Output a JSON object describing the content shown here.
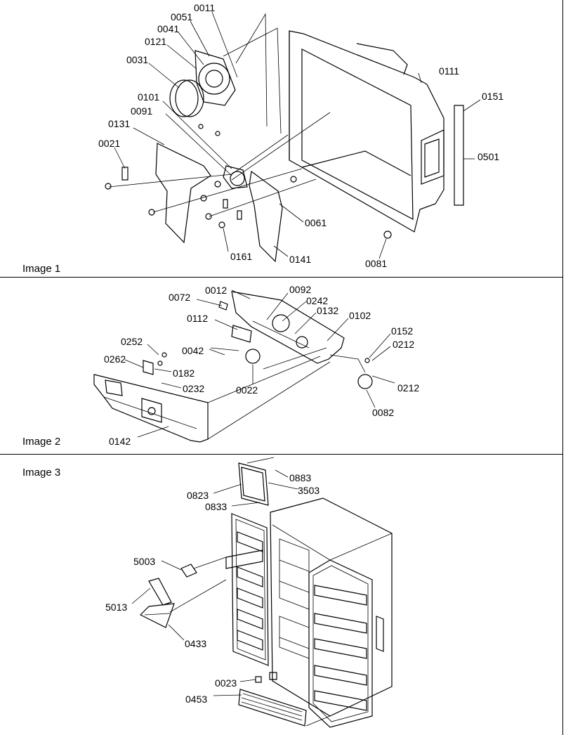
{
  "panels": [
    {
      "caption": "Image 1",
      "callouts": [
        "0011",
        "0051",
        "0041",
        "0121",
        "0031",
        "0111",
        "0151",
        "0101",
        "0091",
        "0131",
        "0021",
        "0501",
        "0061",
        "0161",
        "0141",
        "0081"
      ]
    },
    {
      "caption": "Image 2",
      "callouts": [
        "0072",
        "0012",
        "0092",
        "0242",
        "0132",
        "0102",
        "0112",
        "0152",
        "0212",
        "0252",
        "0042",
        "0262",
        "0182",
        "0232",
        "0022",
        "0212",
        "0082",
        "0142"
      ]
    },
    {
      "caption": "Image 3",
      "callouts": [
        "0883",
        "3503",
        "0823",
        "0833",
        "5003",
        "5013",
        "0433",
        "0023",
        "0453"
      ]
    }
  ],
  "colors": {
    "line": "#000000",
    "background": "#ffffff"
  }
}
